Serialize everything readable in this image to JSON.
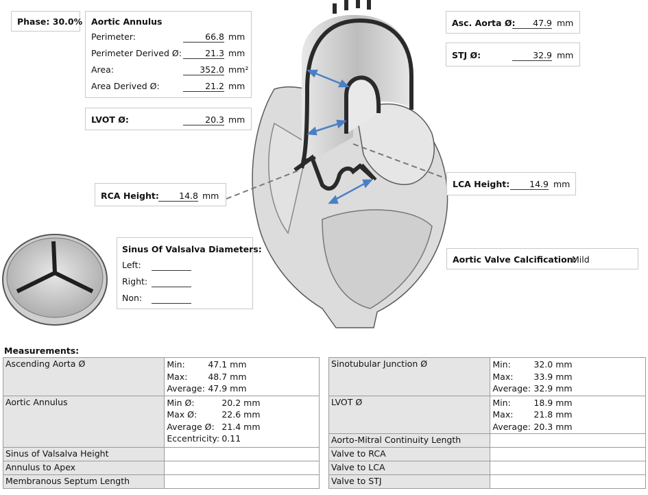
{
  "phase": "Phase: 30.0%",
  "aortic_annulus": {
    "title": "Aortic Annulus",
    "rows": [
      {
        "label": "Perimeter:",
        "value": "66.8",
        "unit": "mm"
      },
      {
        "label": "Perimeter Derived Ø:",
        "value": "21.3",
        "unit": "mm"
      },
      {
        "label": "Area:",
        "value": "352.0",
        "unit": "mm²"
      },
      {
        "label": "Area Derived Ø:",
        "value": "21.2",
        "unit": "mm"
      }
    ]
  },
  "lvot": {
    "label": "LVOT Ø:",
    "value": "20.3",
    "unit": "mm"
  },
  "asc_aorta": {
    "label": "Asc. Aorta Ø:",
    "value": "47.9",
    "unit": "mm"
  },
  "stj": {
    "label": "STJ Ø:",
    "value": "32.9",
    "unit": "mm"
  },
  "rca_height": {
    "label": "RCA Height:",
    "value": "14.8",
    "unit": "mm"
  },
  "lca_height": {
    "label": "LCA Height:",
    "value": "14.9",
    "unit": "mm"
  },
  "sinus": {
    "title": "Sinus Of Valsalva Diameters:",
    "left": "Left:",
    "right": "Right:",
    "non": "Non:"
  },
  "calcification": {
    "label": "Aortic Valve Calcification:",
    "value": "Mild"
  },
  "measurements": {
    "title": "Measurements:",
    "left_table": [
      {
        "label": "Ascending Aorta Ø",
        "keys": [
          "Min:",
          "Max:",
          "Average:"
        ],
        "values": [
          "47.1  mm",
          "48.7  mm",
          "47.9  mm"
        ]
      },
      {
        "label": "Aortic Annulus",
        "keys": [
          "Min Ø:",
          "Max Ø:",
          "Average Ø:",
          "Eccentricity:"
        ],
        "values": [
          "20.2  mm",
          "22.6  mm",
          "21.4  mm",
          "0.11"
        ]
      },
      {
        "label": "Sinus of Valsalva Height"
      },
      {
        "label": "Annulus to Apex"
      },
      {
        "label": "Membranous Septum Length"
      }
    ],
    "right_table": [
      {
        "label": "Sinotubular Junction Ø",
        "keys": [
          "Min:",
          "Max:",
          "Average:"
        ],
        "values": [
          "32.0  mm",
          "33.9  mm",
          "32.9  mm"
        ]
      },
      {
        "label": "LVOT Ø",
        "keys": [
          "Min:",
          "Max:",
          "Average:"
        ],
        "values": [
          "18.9  mm",
          "21.8  mm",
          "20.3  mm"
        ]
      },
      {
        "label": "Aorto-Mitral Continuity Length"
      },
      {
        "label": "Valve to RCA"
      },
      {
        "label": "Valve to LCA"
      },
      {
        "label": "Valve to STJ"
      }
    ]
  },
  "colors": {
    "arrow": "#4a7fc4",
    "heart_fill": "#d9d9d9",
    "heart_stroke": "#555555",
    "table_label_bg": "#e5e5e5"
  }
}
